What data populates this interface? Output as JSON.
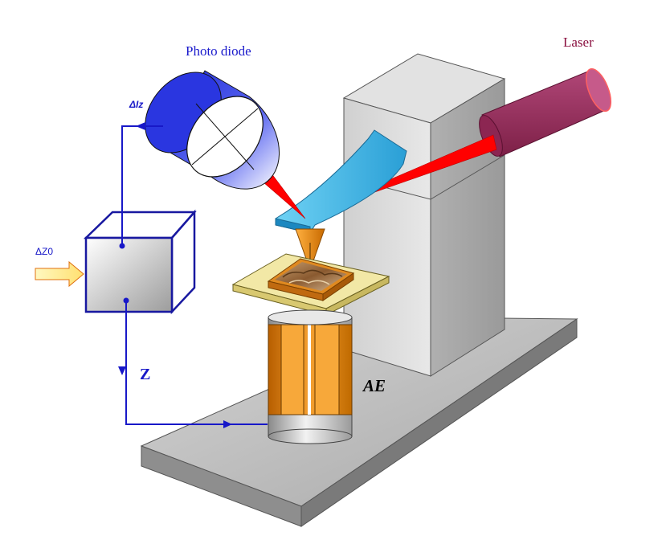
{
  "labels": {
    "photo_diode": "Photo diode",
    "laser": "Laser",
    "delta_iz": "ΔIz",
    "delta_z0": "ΔZ0",
    "z": "Z",
    "ae": "AE"
  },
  "colors": {
    "signal_line": "#1818c8",
    "photo_diode_label": "#1a1acc",
    "laser_label": "#8a1040",
    "laser_beam": "#ff0000",
    "laser_body": "#9b2d5c",
    "cantilever": "#3fb8e8",
    "piezo": "#e08a10",
    "base_plate": "#b8b8b8"
  }
}
